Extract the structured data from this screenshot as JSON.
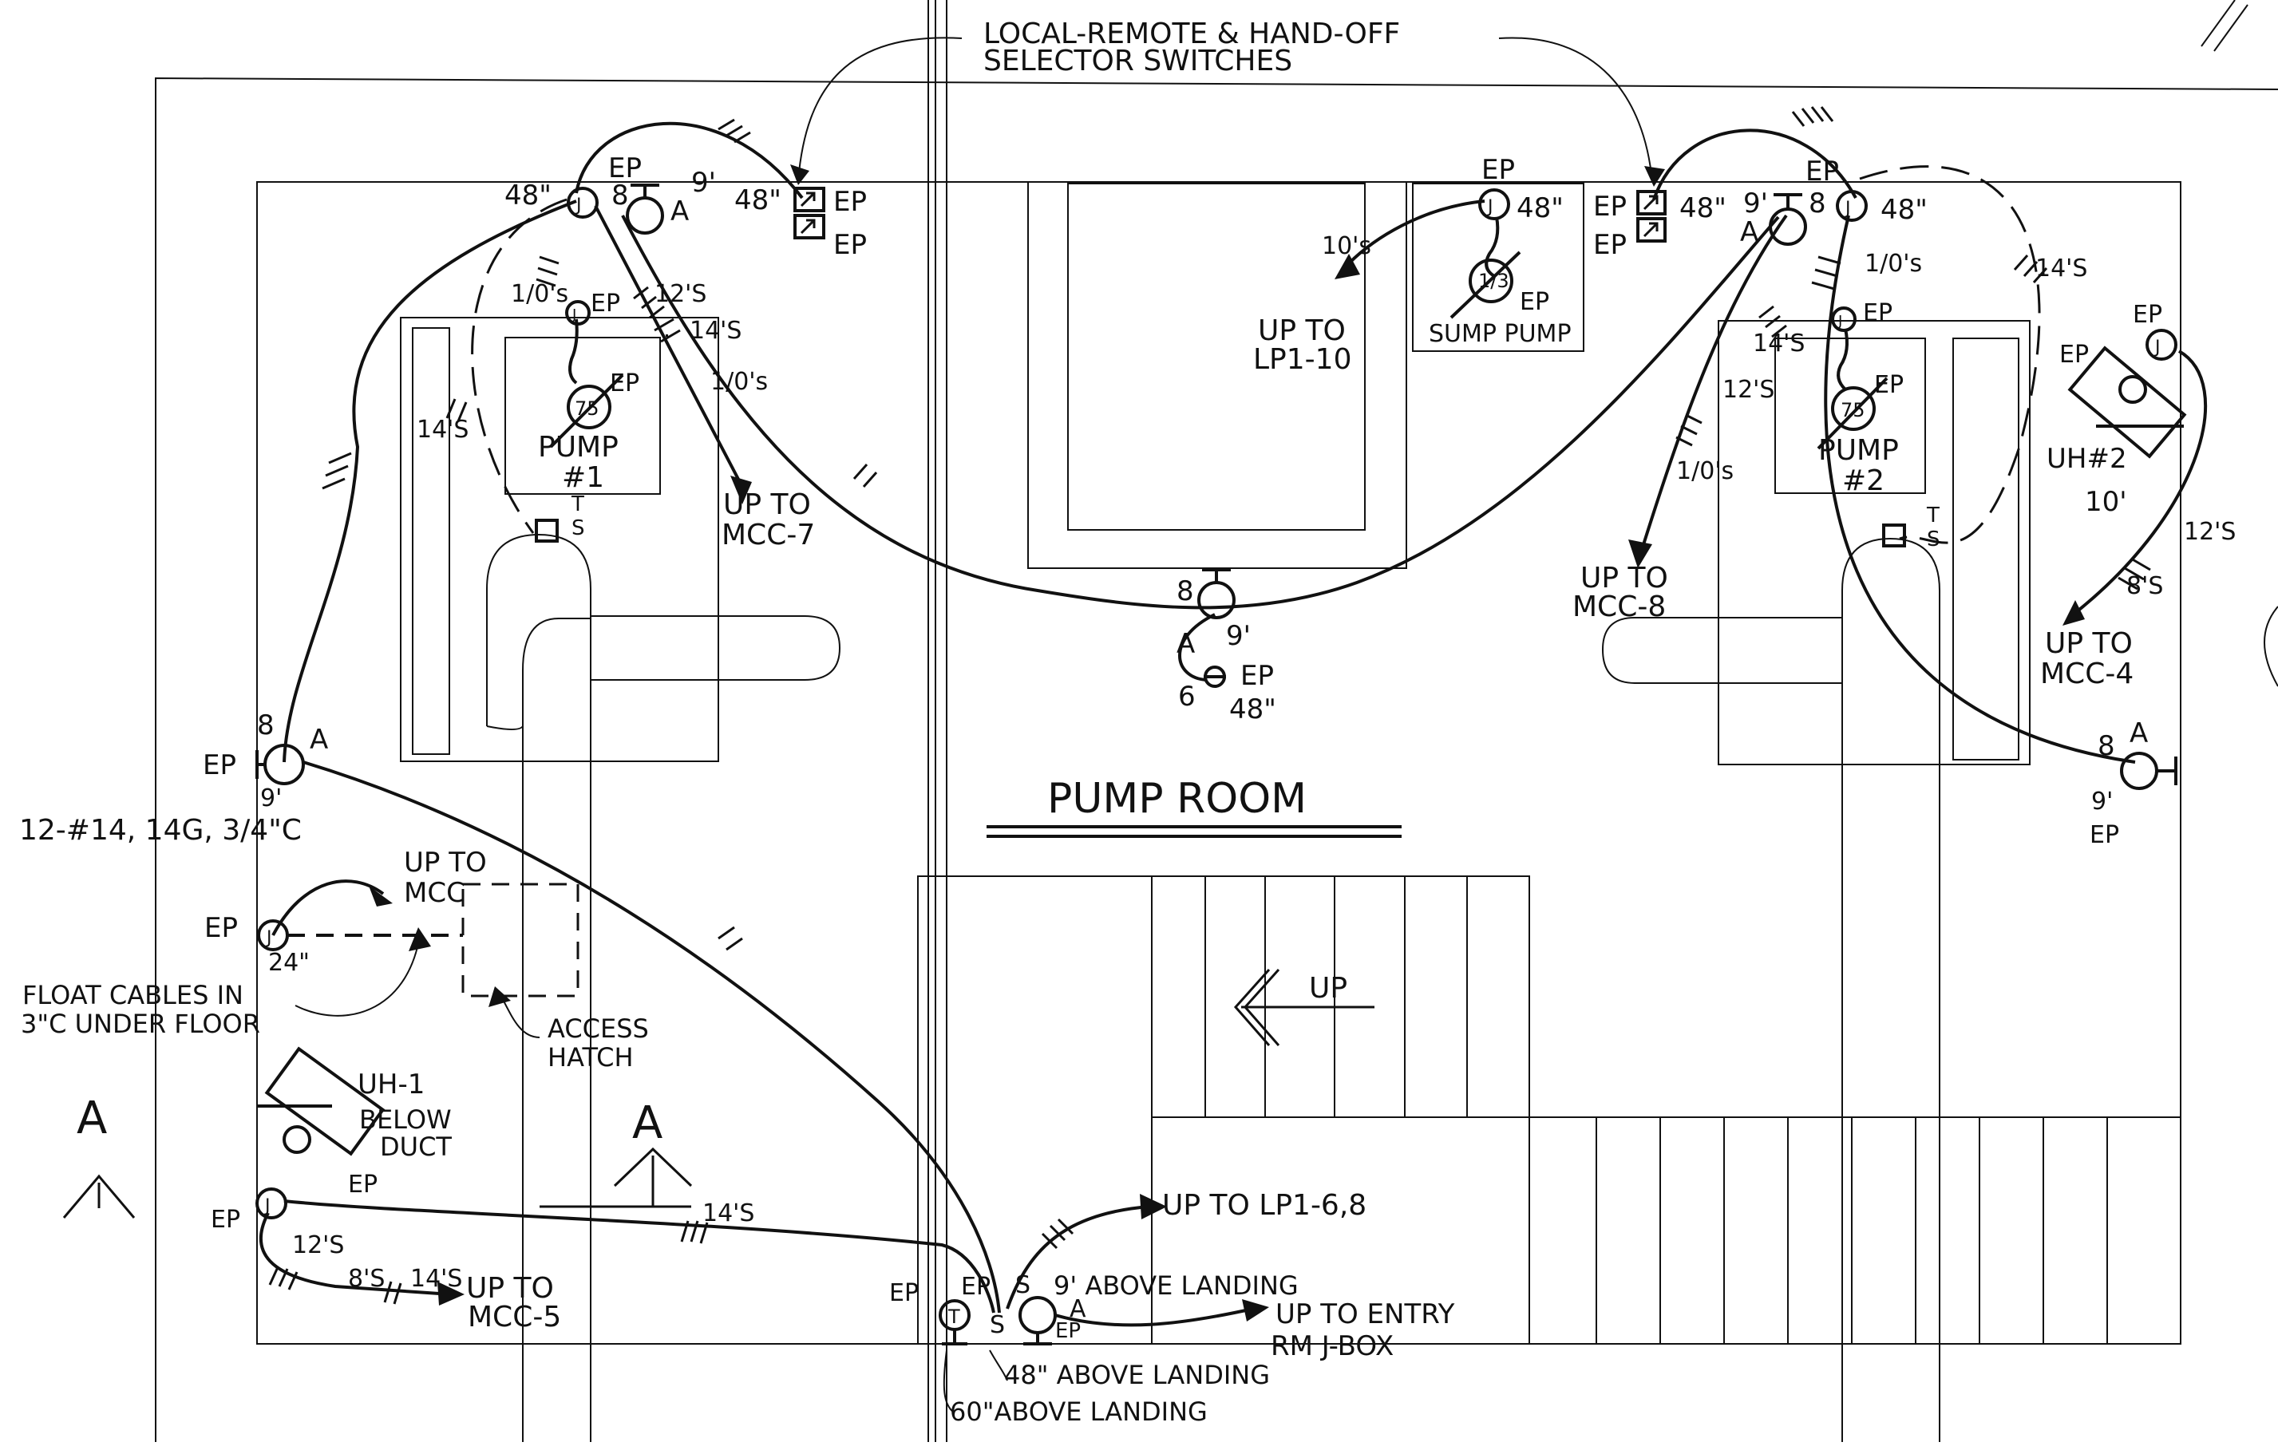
{
  "title": "PUMP ROOM",
  "callouts": {
    "selector_line1": "LOCAL-REMOTE & HAND-OFF",
    "selector_line2": "SELECTOR SWITCHES"
  },
  "left": {
    "ep_j_48": "48\"",
    "ep_top": "EP",
    "box_8": "8",
    "box_a": "A",
    "box_9": "9'",
    "sel_48": "48\"",
    "sel_ep1": "EP",
    "sel_ep2": "EP",
    "c_10s": "1/0's",
    "c_ep_j2": "EP",
    "c_12s": "12'S",
    "c_14s_a": "14'S",
    "c_10s_b": "1/0's",
    "c_14s_b": "14'S",
    "motor_hp": "75",
    "motor_ep": "EP",
    "pump_line1": "PUMP",
    "pump_line2": "#1",
    "ts_t": "T",
    "ts_s": "S",
    "up_to": "UP TO",
    "mcc7": "MCC-7",
    "wall_8": "8",
    "wall_a": "A",
    "wall_ep": "EP",
    "wall_9": "9'"
  },
  "center": {
    "sump_ep": "EP",
    "sump_48": "48\"",
    "sump_10s": "10's",
    "sump_hp": "1/3",
    "sump_ep2": "EP",
    "sump_label": "SUMP PUMP",
    "up_to": "UP TO",
    "lp110": "LP1-10",
    "c_8": "8",
    "c_a": "A",
    "c_9": "9'",
    "c_ep": "EP",
    "c_6": "6",
    "c_48": "48\""
  },
  "right": {
    "sel_ep1": "EP",
    "sel_ep2": "EP",
    "sel_48": "48\"",
    "box_9": "9'",
    "box_a": "A",
    "box_8": "8",
    "ep_top": "EP",
    "j_48": "48\"",
    "c_10s": "1/0's",
    "c_ep_j2": "EP",
    "c_14s_a": "14'S",
    "c_12s": "12'S",
    "c_10s_b": "1/0's",
    "c_14s_b": "14'S",
    "motor_hp": "75",
    "motor_ep": "EP",
    "pump_line1": "PUMP",
    "pump_line2": "#2",
    "ts_t": "T",
    "ts_s": "S",
    "up_to": "UP TO",
    "mcc8": "MCC-8",
    "uh_ep1": "EP",
    "uh_ep2": "EP",
    "uh_label": "UH#2",
    "uh_10": "10'",
    "c_12s2": "12'S",
    "c_8s": "8'S",
    "up_to_2": "UP TO",
    "mcc4": "MCC-4",
    "wall_8": "8",
    "wall_a": "A",
    "wall_9": "9'",
    "wall_ep": "EP"
  },
  "west": {
    "cable_spec": "12-#14, 14G, 3/4\"C",
    "up_to": "UP TO",
    "mcc": "MCC",
    "j_ep": "EP",
    "j_24": "24\"",
    "float_line1": "FLOAT CABLES IN",
    "float_line2": "3\"C UNDER FLOOR",
    "hatch_line1": "ACCESS",
    "hatch_line2": "HATCH",
    "uh1": "UH-1",
    "below": "BELOW",
    "duct": "DUCT",
    "uh_ep": "EP",
    "j_ep2": "EP",
    "c_12s": "12'S",
    "c_8s": "8'S",
    "c_14s": "14'S",
    "up_to_2": "UP TO",
    "mcc5": "MCC-5",
    "sec_a1": "A",
    "sec_a2": "A"
  },
  "south": {
    "c_14s": "14'S",
    "up_lp16": "UP TO LP1-6,8",
    "ep1": "EP",
    "ep2": "EP",
    "s_label": "S",
    "nine_above": "9' ABOVE LANDING",
    "a_label": "A",
    "ep3": "EP",
    "up_entry": "UP TO ENTRY",
    "rm_jbox": "RM J-BOX",
    "t_label": "T",
    "s2_label": "S",
    "above48": "48\" ABOVE LANDING",
    "above60": "60\"ABOVE LANDING",
    "up": "UP"
  }
}
